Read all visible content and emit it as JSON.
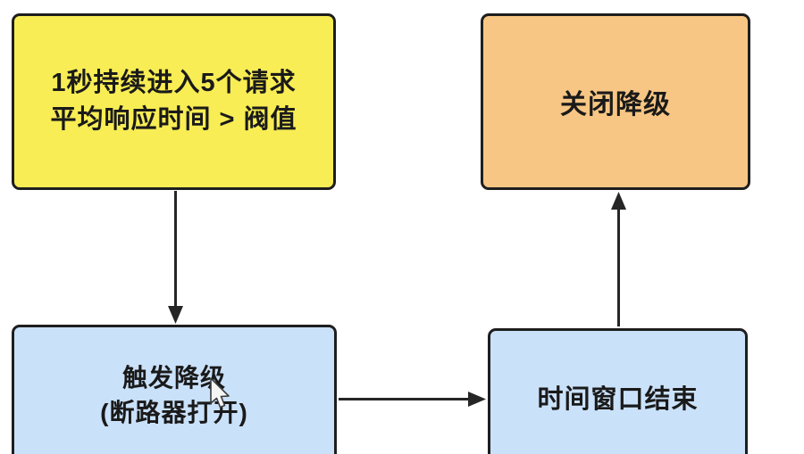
{
  "diagram": {
    "nodes": {
      "condition": {
        "lines": [
          "1秒持续进入5个请求",
          "平均响应时间 > 阀值"
        ],
        "fill": "#F8ED54"
      },
      "trigger_degrade": {
        "lines": [
          "触发降级",
          "(断路器打开)"
        ],
        "fill": "#CAE1FA"
      },
      "time_window": {
        "label": "时间窗口结束",
        "fill": "#CAE1FA"
      },
      "close_degrade": {
        "label": "关闭降级",
        "fill": "#F8C684"
      }
    },
    "edges": [
      {
        "from": "condition",
        "to": "trigger_degrade",
        "direction": "down"
      },
      {
        "from": "trigger_degrade",
        "to": "time_window",
        "direction": "right"
      },
      {
        "from": "time_window",
        "to": "close_degrade",
        "direction": "up"
      }
    ],
    "colors": {
      "background": "#FFFFFF",
      "border": "#1E1E1E",
      "arrow": "#262626",
      "text": "#1A1A1A"
    }
  }
}
